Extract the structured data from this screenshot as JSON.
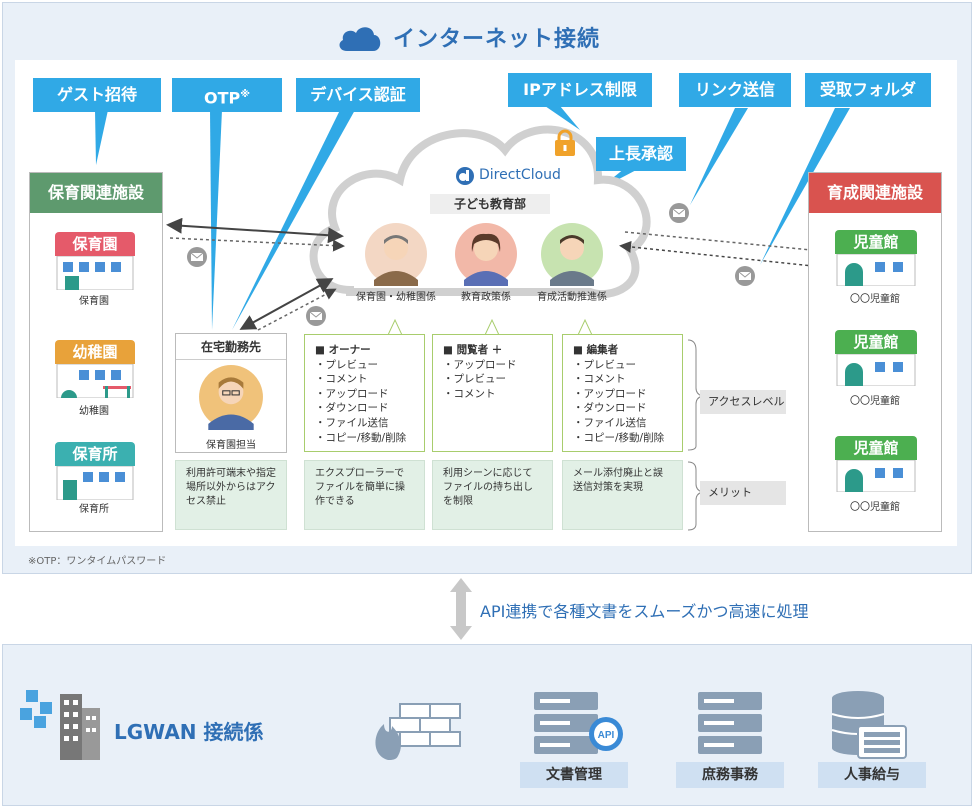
{
  "header": {
    "title": "インターネット接続"
  },
  "callouts": {
    "guest": "ゲスト招待",
    "otp": "OTP",
    "otp_mark": "※",
    "device": "デバイス認証",
    "ip": "IPアドレス制限",
    "link": "リンク送信",
    "folder": "受取フォルダ",
    "approval": "上長承認"
  },
  "left_facility": {
    "title": "保育関連施設",
    "items": [
      {
        "sign": "保育園",
        "caption": "保育園"
      },
      {
        "sign": "幼稚園",
        "caption": "幼稚園"
      },
      {
        "sign": "保育所",
        "caption": "保育所"
      }
    ]
  },
  "right_facility": {
    "title": "育成関連施設",
    "items": [
      {
        "sign": "児童館",
        "caption": "〇〇児童館"
      },
      {
        "sign": "児童館",
        "caption": "〇〇児童館"
      },
      {
        "sign": "児童館",
        "caption": "〇〇児童館"
      }
    ]
  },
  "cloud": {
    "brand": "DirectCloud",
    "dept": "子ども教育部",
    "people": [
      "保育園・幼稚園係",
      "教育政策係",
      "育成活動推進係"
    ]
  },
  "remote": {
    "title": "在宅勤務先",
    "person": "保育園担当",
    "note": "利用許可端末や指定場所以外からはアクセス禁止"
  },
  "roles": [
    {
      "title": "■ オーナー",
      "items": [
        "・プレビュー",
        "・コメント",
        "・アップロード",
        "・ダウンロード",
        "・ファイル送信",
        "・コピー/移動/削除"
      ],
      "merit": "エクスプローラーでファイルを簡単に操作できる"
    },
    {
      "title": "■ 閲覧者 ＋",
      "items": [
        "・アップロード",
        "・プレビュー",
        "・コメント"
      ],
      "merit": "利用シーンに応じてファイルの持ち出しを制限"
    },
    {
      "title": "■ 編集者",
      "items": [
        "・プレビュー",
        "・コメント",
        "・アップロード",
        "・ダウンロード",
        "・ファイル送信",
        "・コピー/移動/削除"
      ],
      "merit": "メール添付廃止と誤送信対策を実現"
    }
  ],
  "labels": {
    "access": "アクセスレベル",
    "merit": "メリット"
  },
  "footnote": "※OTP：ワンタイムパスワード",
  "api_text": "API連携で各種文書をスムーズかつ高速に処理",
  "lgwan": {
    "title": "LGWAN 接続係",
    "services": [
      "文書管理",
      "庶務事務",
      "人事給与"
    ],
    "api_badge": "API"
  },
  "colors": {
    "blue": "#30a9e6",
    "green": "#5e9a6e",
    "red": "#d9534f",
    "title_blue": "#2f6fb5"
  }
}
